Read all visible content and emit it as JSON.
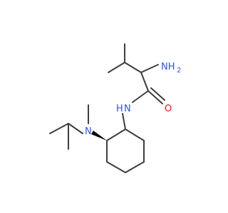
{
  "molecule": {
    "atom_labels": {
      "nh2": "NH",
      "nh2_subscript": "2",
      "amide_nh": "N",
      "amide_h": "H",
      "carbonyl_o": "O",
      "amine_n": "N"
    },
    "colors": {
      "bond": "#3d3d3d",
      "nitrogen": "#3050f8",
      "oxygen": "#ff0d0d",
      "wedge": "#000000"
    }
  }
}
